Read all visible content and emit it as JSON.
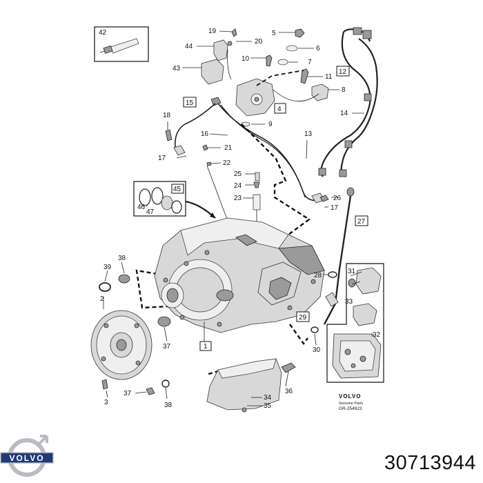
{
  "callouts": {
    "c1": "1",
    "c2": "2",
    "c3": "3",
    "c4": "4",
    "c5": "5",
    "c6": "6",
    "c7": "7",
    "c8": "8",
    "c9": "9",
    "c10": "10",
    "c11": "11",
    "c12": "12",
    "c13": "13",
    "c14": "14",
    "c15": "15",
    "c16": "16",
    "c17a": "17",
    "c17b": "17",
    "c18": "18",
    "c19": "19",
    "c20": "20",
    "c21": "21",
    "c22": "22",
    "c23": "23",
    "c24": "24",
    "c25": "25",
    "c26": "26",
    "c27": "27",
    "c28": "28",
    "c29": "29",
    "c30": "30",
    "c31": "31",
    "c32": "32",
    "c33": "33",
    "c34": "34",
    "c35": "35",
    "c36": "36",
    "c37a": "37",
    "c37b": "37",
    "c38a": "38",
    "c38b": "38",
    "c39": "39",
    "c42": "42",
    "c43": "43",
    "c44": "44",
    "c45": "45",
    "c46": "46",
    "c47": "47"
  },
  "brand_block": {
    "brand": "VOLVO",
    "line1": "Genuine Parts",
    "ref": "GR-254923"
  },
  "logo": {
    "text": "VOLVO"
  },
  "part_number": "30713944",
  "colors": {
    "ink": "#111111",
    "logo_blue": "#1f3a7a",
    "logo_silver": "#b9bcc2"
  }
}
